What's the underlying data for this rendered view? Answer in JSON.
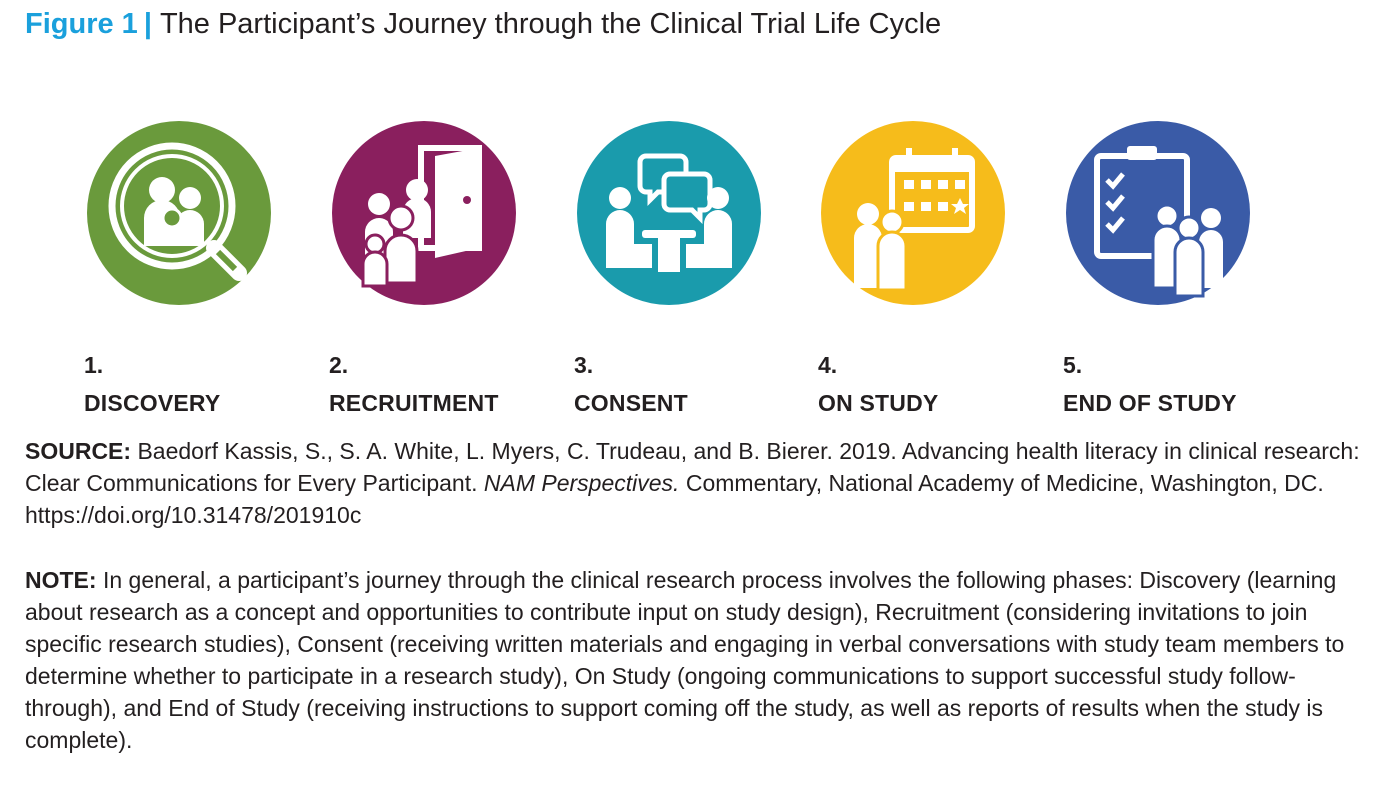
{
  "figure": {
    "label": "Figure 1",
    "separator": "|",
    "title": "The Participant’s Journey through the Clinical Trial Life Cycle"
  },
  "stages": [
    {
      "number": "1.",
      "name": "DISCOVERY",
      "color": "#6a9a3c",
      "icon": "magnifier-group-icon"
    },
    {
      "number": "2.",
      "name": "RECRUITMENT",
      "color": "#8a1f5e",
      "icon": "door-group-icon"
    },
    {
      "number": "3.",
      "name": "CONSENT",
      "color": "#1a9bac",
      "icon": "conversation-icon"
    },
    {
      "number": "4.",
      "name": "ON STUDY",
      "color": "#f6bc1b",
      "icon": "calendar-icon"
    },
    {
      "number": "5.",
      "name": "END OF STUDY",
      "color": "#3a5ba7",
      "icon": "clipboard-checklist-icon"
    }
  ],
  "source": {
    "label": "SOURCE:",
    "text_before": " Baedorf Kassis, S., S. A. White, L. Myers, C. Trudeau, and B. Bierer. 2019. Advancing health literacy in clinical research: Clear Communications for Every Participant. ",
    "italic": "NAM Perspectives.",
    "text_after": " Commentary, National Academy of Medicine, Washington, DC. https://doi.org/10.31478/201910c"
  },
  "note": {
    "label": "NOTE:",
    "text": " In general, a participant’s journey through the clinical research process involves the following phases: Discovery (learning about research as a concept and opportunities to contribute input on study design), Recruitment (considering invitations to join specific research studies), Consent (receiving written materials and engaging in verbal conversations with study team members to determine whether to participate in a research study), On Study (ongoing communications to support successful study follow-through), and End of Study (receiving instructions to support coming off the study, as well as reports of results when the study is complete)."
  }
}
